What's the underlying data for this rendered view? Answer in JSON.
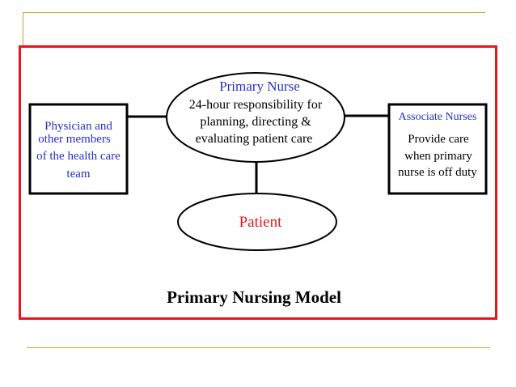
{
  "diagram": {
    "title": "Primary Nursing Model",
    "primary_nurse": {
      "heading": "Primary Nurse",
      "lines": [
        "24-hour responsibility for",
        "planning, directing &",
        "evaluating patient care"
      ]
    },
    "physician": {
      "lines": [
        "Physician and",
        "other members",
        "of the health care",
        "team"
      ]
    },
    "associate_nurses": {
      "heading": "Associate Nurses",
      "lines": [
        "Provide care",
        "when primary",
        "nurse is off duty"
      ]
    },
    "patient": {
      "label": "Patient"
    },
    "colors": {
      "frame": "#e8141b",
      "accent_blue": "#2430c8",
      "patient_red": "#e8141b",
      "gold_rule": "#c8a532"
    }
  }
}
